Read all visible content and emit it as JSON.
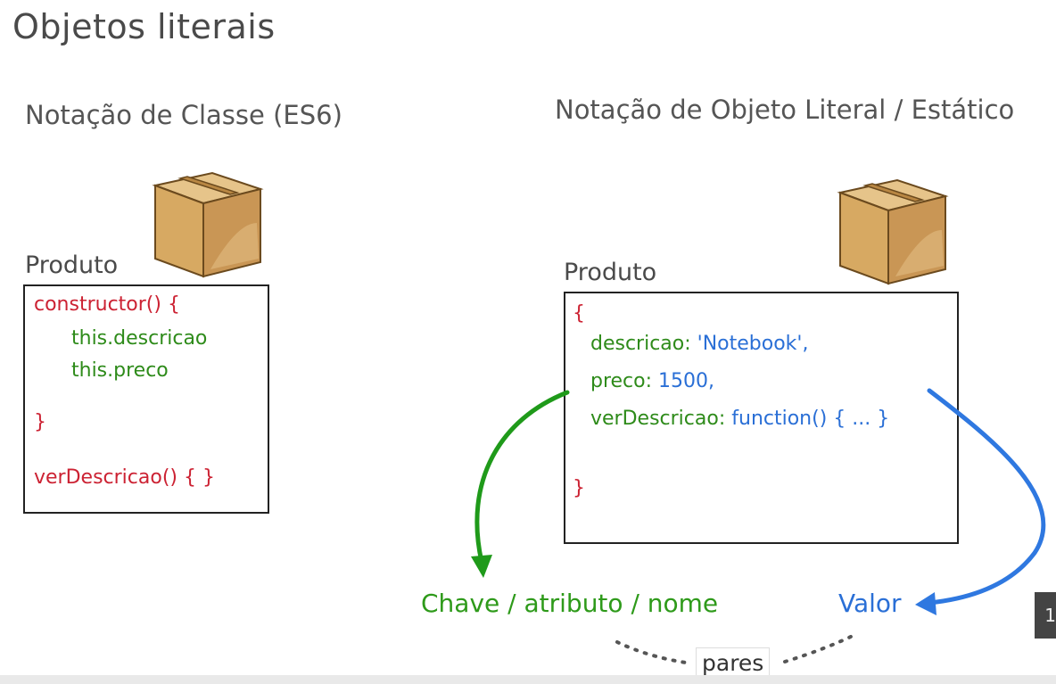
{
  "slide": {
    "title": "Objetos literais",
    "left_section": {
      "heading": "Notação de Classe (ES6)",
      "object_name": "Produto",
      "code": {
        "constructor_open": "constructor() {",
        "attr1": "this.descricao",
        "attr2": "this.preco",
        "constructor_close": "}",
        "method": "verDescricao() {  }"
      }
    },
    "right_section": {
      "heading": "Notação de Objeto Literal / Estático",
      "object_name": "Produto",
      "code": {
        "open_brace": "{",
        "line1_key": "descricao:",
        "line1_value": "'Notebook',",
        "line2_key": "preco:",
        "line2_value": "1500,",
        "line3_key": "verDescricao:",
        "line3_value": "function() { ... }",
        "close_brace": "}"
      }
    },
    "labels": {
      "key_label": "Chave / atributo / nome",
      "value_label": "Valor",
      "pairs_label": "pares"
    },
    "colors": {
      "key_green": "#2e8b1a",
      "value_blue": "#2a6fd6",
      "code_red": "#cc2233",
      "box_tan": "#d9ae6e"
    }
  }
}
